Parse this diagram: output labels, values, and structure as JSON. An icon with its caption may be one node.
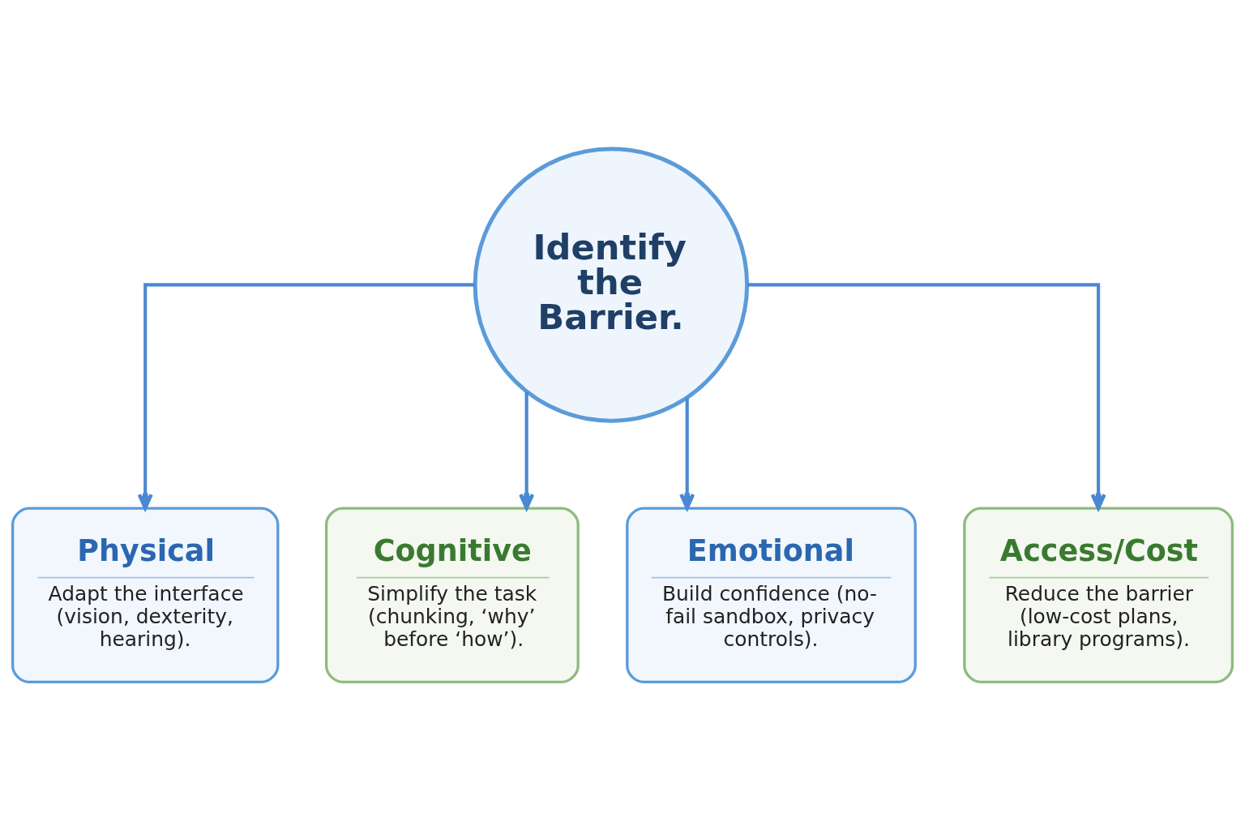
{
  "diagram": {
    "nodes": [
      {
        "text": [
          "Identify the Barrier."
        ]
      },
      {
        "text": [
          "Physical",
          "Adapt the interface (vision, dexterity, hearing)."
        ]
      },
      {
        "text": [
          "Cognitive",
          "Simplify the task (chunking, ‘why’ before ‘how’)."
        ]
      },
      {
        "text": [
          "Emotional",
          "Build confidence (no-fail sandbox, privacy controls)."
        ]
      },
      {
        "text": [
          "Access/Cost",
          "Reduce the barrier (low-cost plans, library programs)."
        ]
      }
    ],
    "edges": [
      {
        "from": 0,
        "to": 1,
        "arrow": "to"
      },
      {
        "from": 0,
        "to": 2,
        "arrow": "to"
      },
      {
        "from": 0,
        "to": 3,
        "arrow": "to"
      },
      {
        "from": 0,
        "to": 4,
        "arrow": "to"
      }
    ]
  }
}
